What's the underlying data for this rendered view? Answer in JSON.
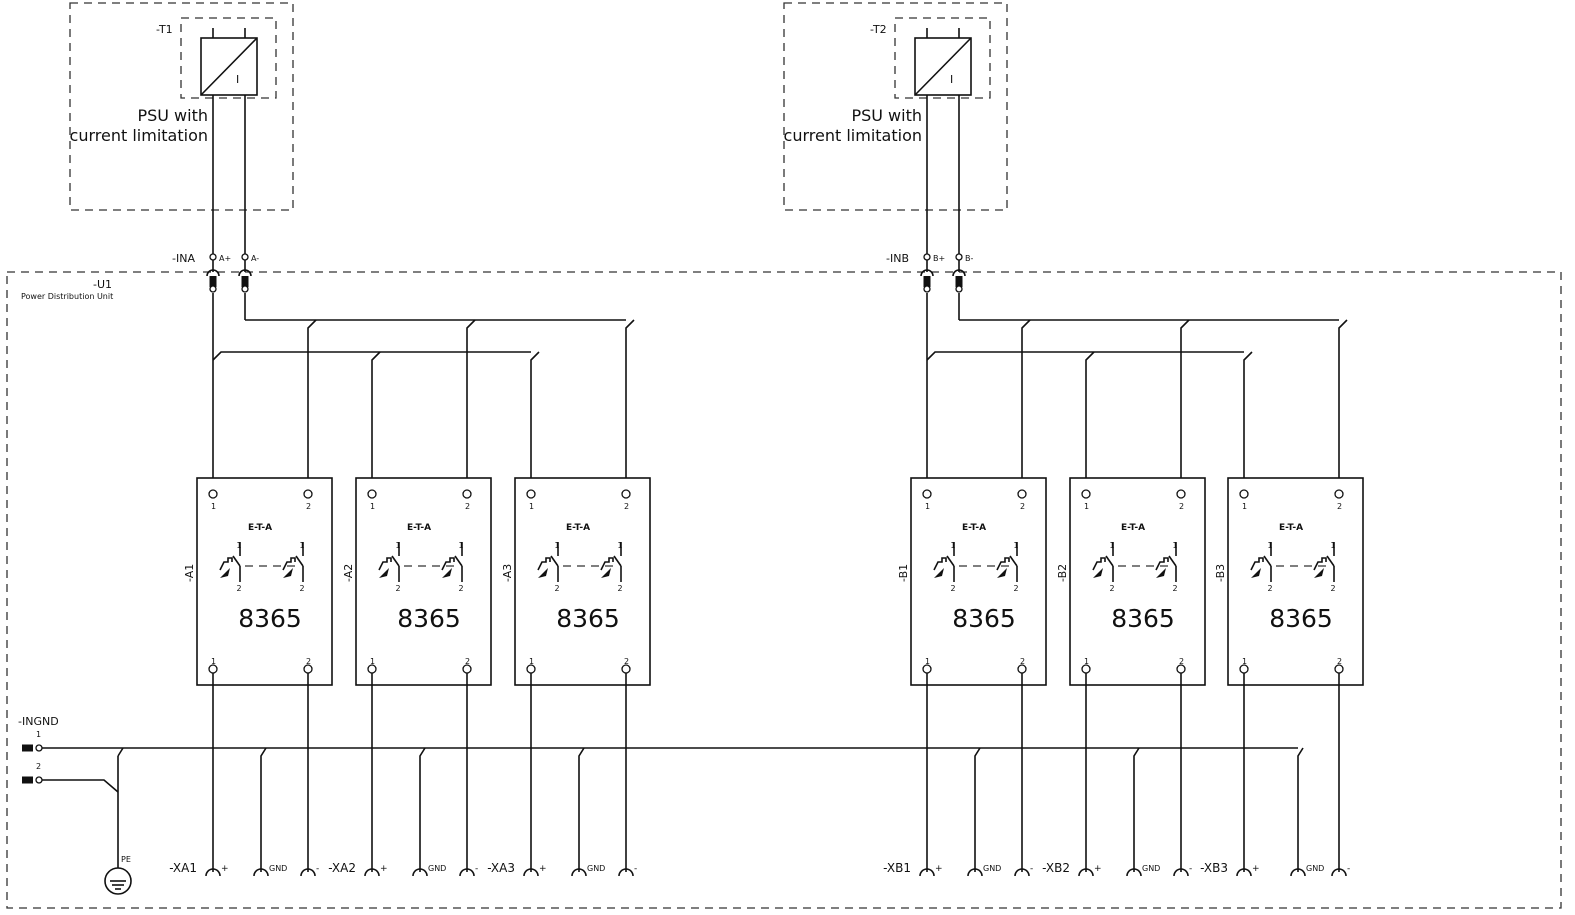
{
  "psu_units": [
    {
      "tag": "-T1",
      "symbol_letter": "I",
      "caption_line1": "PSU with",
      "caption_line2": "current limitation",
      "terminal_tag": "-INA",
      "pins": [
        "A+",
        "A-"
      ]
    },
    {
      "tag": "-T2",
      "symbol_letter": "I",
      "caption_line1": "PSU with",
      "caption_line2": "current limitation",
      "terminal_tag": "-INB",
      "pins": [
        "B+",
        "B-"
      ]
    }
  ],
  "pdu": {
    "tag": "-U1",
    "description": "Power Distribution Unit"
  },
  "breakers": [
    {
      "tag": "-A1",
      "brand": "E-T-A",
      "model": "8365"
    },
    {
      "tag": "-A2",
      "brand": "E-T-A",
      "model": "8365"
    },
    {
      "tag": "-A3",
      "brand": "E-T-A",
      "model": "8365"
    },
    {
      "tag": "-B1",
      "brand": "E-T-A",
      "model": "8365"
    },
    {
      "tag": "-B2",
      "brand": "E-T-A",
      "model": "8365"
    },
    {
      "tag": "-B3",
      "brand": "E-T-A",
      "model": "8365"
    }
  ],
  "breaker_pin_labels": [
    "1",
    "2"
  ],
  "ground_input": {
    "tag": "-INGND",
    "pins": [
      "1",
      "2"
    ],
    "pe_label": "PE"
  },
  "outputs": [
    {
      "tag": "-XA1",
      "pins": [
        "+",
        "GND",
        "-"
      ]
    },
    {
      "tag": "-XA2",
      "pins": [
        "+",
        "GND",
        "-"
      ]
    },
    {
      "tag": "-XA3",
      "pins": [
        "+",
        "GND",
        "-"
      ]
    },
    {
      "tag": "-XB1",
      "pins": [
        "+",
        "GND",
        "-"
      ]
    },
    {
      "tag": "-XB2",
      "pins": [
        "+",
        "GND",
        "-"
      ]
    },
    {
      "tag": "-XB3",
      "pins": [
        "+",
        "GND",
        "-"
      ]
    }
  ]
}
